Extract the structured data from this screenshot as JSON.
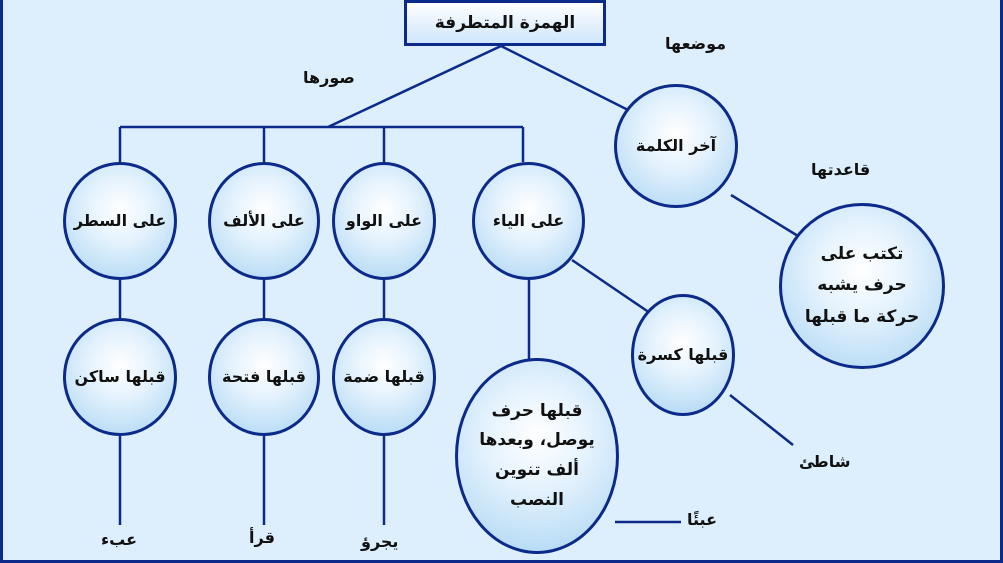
{
  "title": "الهمزة المتطرفة",
  "labels": {
    "forms": "صورها",
    "position": "موضعها",
    "rule": "قاعدتها"
  },
  "nodes": {
    "word_end": "آخر الكلمة",
    "rule_text": [
      "تكتب على",
      "حرف يشبه",
      "حركة ما قبلها"
    ],
    "on_ya": "على الياء",
    "on_waw": "على الواو",
    "on_alif": "على الألف",
    "on_line": "على السطر",
    "before_kasra": "قبلها كسرة",
    "before_connecting": [
      "قبلها حرف",
      "يوصل، وبعدها",
      "ألف تنوين",
      "النصب"
    ],
    "before_damma": "قبلها ضمة",
    "before_fatha": "قبلها فتحة",
    "before_sukun": "قبلها ساكن"
  },
  "examples": {
    "shati": "شاطئ",
    "abian": "عبئًا",
    "yajru": "يجرؤ",
    "qara": "قرأ",
    "ibe": "عبء"
  },
  "colors": {
    "border": "#0b2a8a",
    "line": "#0b2a8a",
    "background": "#ddeefc",
    "node_center": "#ffffff",
    "node_edge": "#a7d3f2"
  }
}
